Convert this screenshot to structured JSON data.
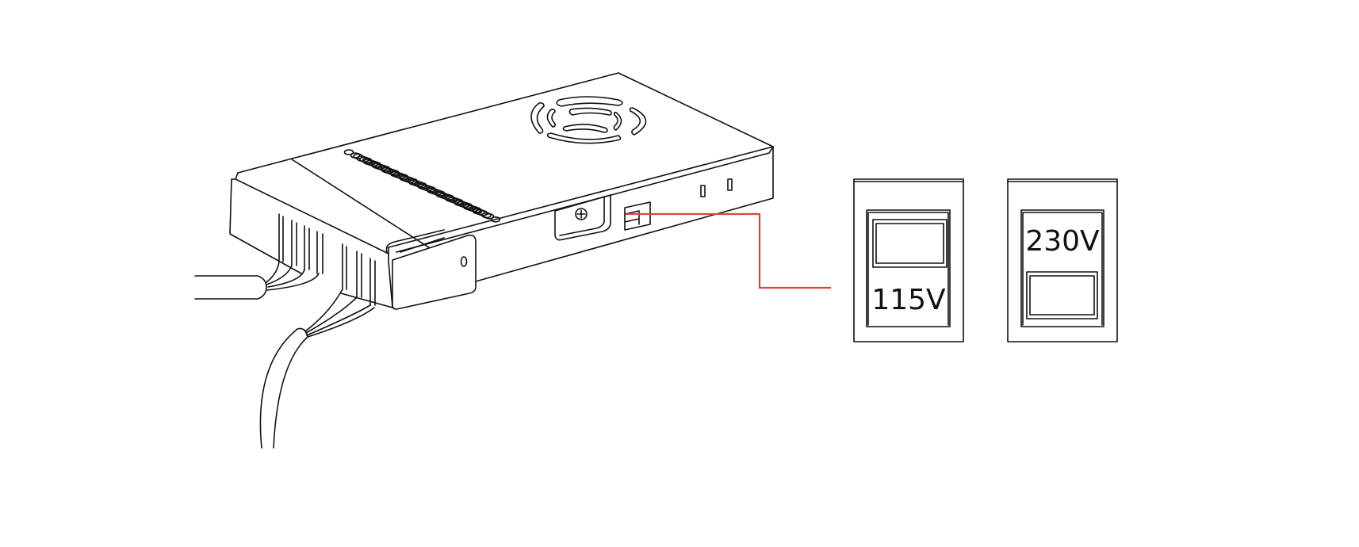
{
  "diagram": {
    "subject": "power-supply-voltage-selector",
    "colors": {
      "line": "#111111",
      "callout": "#d9473c",
      "background": "#ffffff"
    },
    "switch_options": [
      {
        "label": "115V",
        "position": "up"
      },
      {
        "label": "230V",
        "position": "down"
      }
    ]
  }
}
